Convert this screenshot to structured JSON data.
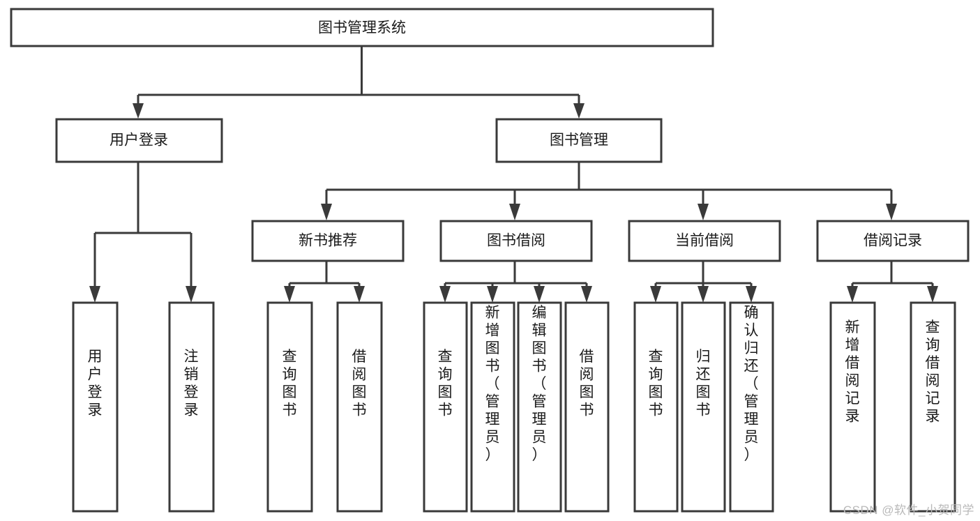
{
  "diagram": {
    "type": "tree-hierarchy-chart",
    "title": "图书管理系统",
    "colors": {
      "box_stroke": "#3a3a3a",
      "box_fill": "#ffffff",
      "connector": "#3a3a3a",
      "text": "#1a1a1a",
      "background": "#ffffff",
      "watermark": "#b9b9b9"
    },
    "levels": {
      "level1": {
        "label": "图书管理系统",
        "orientation": "horizontal"
      },
      "level2": [
        {
          "id": "user-login",
          "label": "用户登录",
          "orientation": "horizontal"
        },
        {
          "id": "book-management",
          "label": "图书管理",
          "orientation": "horizontal"
        }
      ],
      "level3": [
        {
          "id": "new-book-recommend",
          "label": "新书推荐",
          "orientation": "horizontal",
          "parent": "book-management"
        },
        {
          "id": "book-borrow",
          "label": "图书借阅",
          "orientation": "horizontal",
          "parent": "book-management"
        },
        {
          "id": "current-borrow",
          "label": "当前借阅",
          "orientation": "horizontal",
          "parent": "book-management"
        },
        {
          "id": "borrow-record",
          "label": "借阅记录",
          "orientation": "horizontal",
          "parent": "book-management"
        }
      ],
      "level4": [
        {
          "id": "leaf-user-login",
          "label": "用户登录",
          "orientation": "vertical",
          "parent": "user-login"
        },
        {
          "id": "leaf-user-logout",
          "label": "注销登录",
          "orientation": "vertical",
          "parent": "user-login"
        },
        {
          "id": "leaf-query-book-1",
          "label": "查询图书",
          "orientation": "vertical",
          "parent": "new-book-recommend"
        },
        {
          "id": "leaf-borrow-book-1",
          "label": "借阅图书",
          "orientation": "vertical",
          "parent": "new-book-recommend"
        },
        {
          "id": "leaf-query-book-2",
          "label": "查询图书",
          "orientation": "vertical",
          "parent": "book-borrow"
        },
        {
          "id": "leaf-add-book",
          "label": "新增图书（管理员）",
          "orientation": "vertical",
          "parent": "book-borrow"
        },
        {
          "id": "leaf-edit-book",
          "label": "编辑图书（管理员）",
          "orientation": "vertical",
          "parent": "book-borrow"
        },
        {
          "id": "leaf-borrow-book-2",
          "label": "借阅图书",
          "orientation": "vertical",
          "parent": "book-borrow"
        },
        {
          "id": "leaf-query-book-3",
          "label": "查询图书",
          "orientation": "vertical",
          "parent": "current-borrow"
        },
        {
          "id": "leaf-return-book",
          "label": "归还图书",
          "orientation": "vertical",
          "parent": "current-borrow"
        },
        {
          "id": "leaf-confirm-return",
          "label": "确认归还（管理员）",
          "orientation": "vertical",
          "parent": "current-borrow"
        },
        {
          "id": "leaf-add-record",
          "label": "新增借阅记录",
          "orientation": "vertical",
          "parent": "borrow-record"
        },
        {
          "id": "leaf-query-record",
          "label": "查询借阅记录",
          "orientation": "vertical",
          "parent": "borrow-record"
        }
      ]
    }
  },
  "watermark": {
    "text": "CSDN @软件_小贺同学"
  }
}
